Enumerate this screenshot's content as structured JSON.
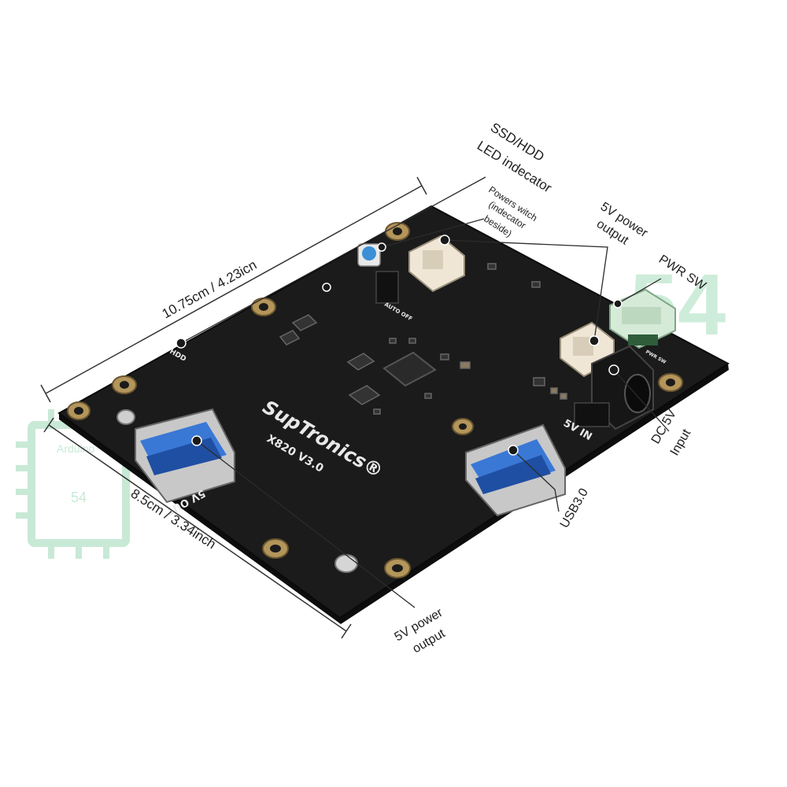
{
  "board": {
    "brand": "SupTronics®",
    "model": "X820 V3.0",
    "silk_5v_out": "5V OUT",
    "silk_5v_in": "5V IN",
    "silk_hdd": "HDD",
    "silk_pwr_sw": "PWR SW",
    "silk_auto_off": "AUTO OFF"
  },
  "labels": {
    "width_dimension": "10.75cm / 4.23icn",
    "depth_dimension": "8.5cm / 3.34inch",
    "led_indicator_line1": "SSD/HDD",
    "led_indicator_line2": "LED indecator",
    "powers_switch_line1": "Powers witch",
    "powers_switch_line2": "(indecator",
    "powers_switch_line3": "beside)",
    "power_output_top_line1": "5V power",
    "power_output_top_line2": "output",
    "pwr_sw": "PWR SW",
    "dc_input_line1": "DC 5V",
    "dc_input_line2": "Input",
    "usb3": "USB3.0",
    "power_output_bottom_line1": "5V power",
    "power_output_bottom_line2": "output"
  },
  "watermark": {
    "text": "Arduino",
    "number": "54",
    "color": "#bfe6cf"
  },
  "colors": {
    "pcb": "#1b1b1b",
    "usb_blue": "#3a78d6",
    "callout_line": "#2b2b2b"
  }
}
